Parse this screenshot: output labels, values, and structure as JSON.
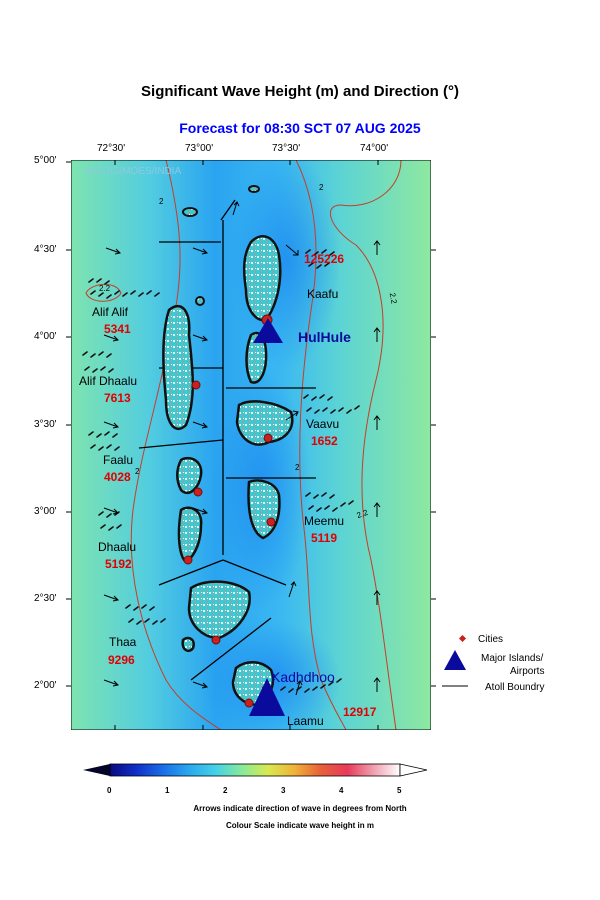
{
  "title": "Significant Wave Height (m) and Direction (°)",
  "subtitle": "Forecast for  08:30 SCT 07 AUG 2025",
  "watermark": "INCOIS/MOES/INDIA",
  "axes": {
    "lon_ticks": [
      "72°30'",
      "73°00'",
      "73°30'",
      "74°00'"
    ],
    "lat_ticks": [
      "5°00'",
      "4°30'",
      "4°00'",
      "3°30'",
      "3°00'",
      "2°30'",
      "2°00'"
    ]
  },
  "atolls": [
    {
      "name": "Alif Alif",
      "value": "5341"
    },
    {
      "name": "Alif Dhaalu",
      "value": "7613"
    },
    {
      "name": "Faalu",
      "value": "4028"
    },
    {
      "name": "Dhaalu",
      "value": "5192"
    },
    {
      "name": "Thaa",
      "value": "9296"
    },
    {
      "name": "Kaafu",
      "value": "125226"
    },
    {
      "name": "Vaavu",
      "value": "1652"
    },
    {
      "name": "Meemu",
      "value": "5119"
    },
    {
      "name": "Laamu",
      "value": "12917"
    }
  ],
  "airports": [
    {
      "name": "HulHule"
    },
    {
      "name": "Kadhdhoo"
    }
  ],
  "contour_labels": [
    "2",
    "2",
    "2",
    "2",
    "2",
    "2.2",
    "2.2",
    "2.2"
  ],
  "legend": {
    "cities": "Cities",
    "major_islands": "Major Islands/",
    "airports": "Airports",
    "atoll_boundary": "Atoll Boundry"
  },
  "colorbar": {
    "ticks": [
      "0",
      "1",
      "2",
      "3",
      "4",
      "5"
    ],
    "range": [
      0,
      5
    ],
    "colors": [
      "#0a0a80",
      "#1030c8",
      "#1a6ee8",
      "#2aa8ee",
      "#44d2e8",
      "#88ea9a",
      "#d8ea50",
      "#f0b238",
      "#e8603a",
      "#e83a5a",
      "#f0a0b0",
      "#ffffff"
    ]
  },
  "footnotes": {
    "line1": "Arrows indicate direction of wave in degrees from North",
    "line2": "Colour Scale indicate wave height in m"
  },
  "colors": {
    "sea_green": "#88e8a4",
    "sea_blue": "#3ab4f0",
    "contour": "#c83c28",
    "airport": "#0a0a9c",
    "city": "#cc2020",
    "value_red": "#e00000"
  }
}
